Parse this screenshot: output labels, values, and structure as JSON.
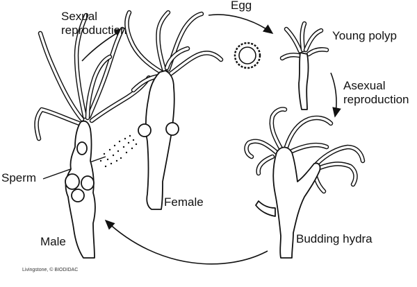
{
  "labels": {
    "sexual_reproduction": "Sexual reproduction",
    "egg": "Egg",
    "young_polyp": "Young polyp",
    "asexual_reproduction": "Asexual reproduction",
    "sperm": "Sperm",
    "female": "Female",
    "male": "Male",
    "budding_hydra": "Budding hydra"
  },
  "credit": "Livingstone, © BIODIDAC"
}
